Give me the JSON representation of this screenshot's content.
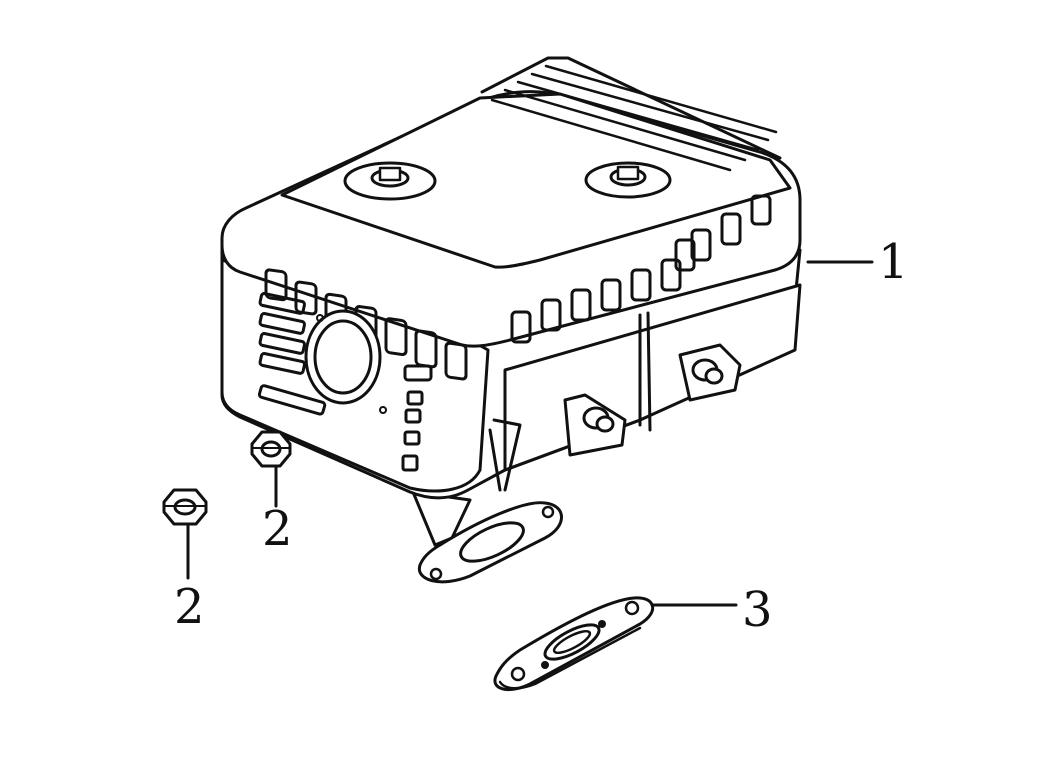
{
  "diagram": {
    "callouts": [
      {
        "id": "muffler",
        "label": "1"
      },
      {
        "id": "nut_a",
        "label": "2"
      },
      {
        "id": "nut_b",
        "label": "2"
      },
      {
        "id": "gasket",
        "label": "3"
      }
    ]
  }
}
